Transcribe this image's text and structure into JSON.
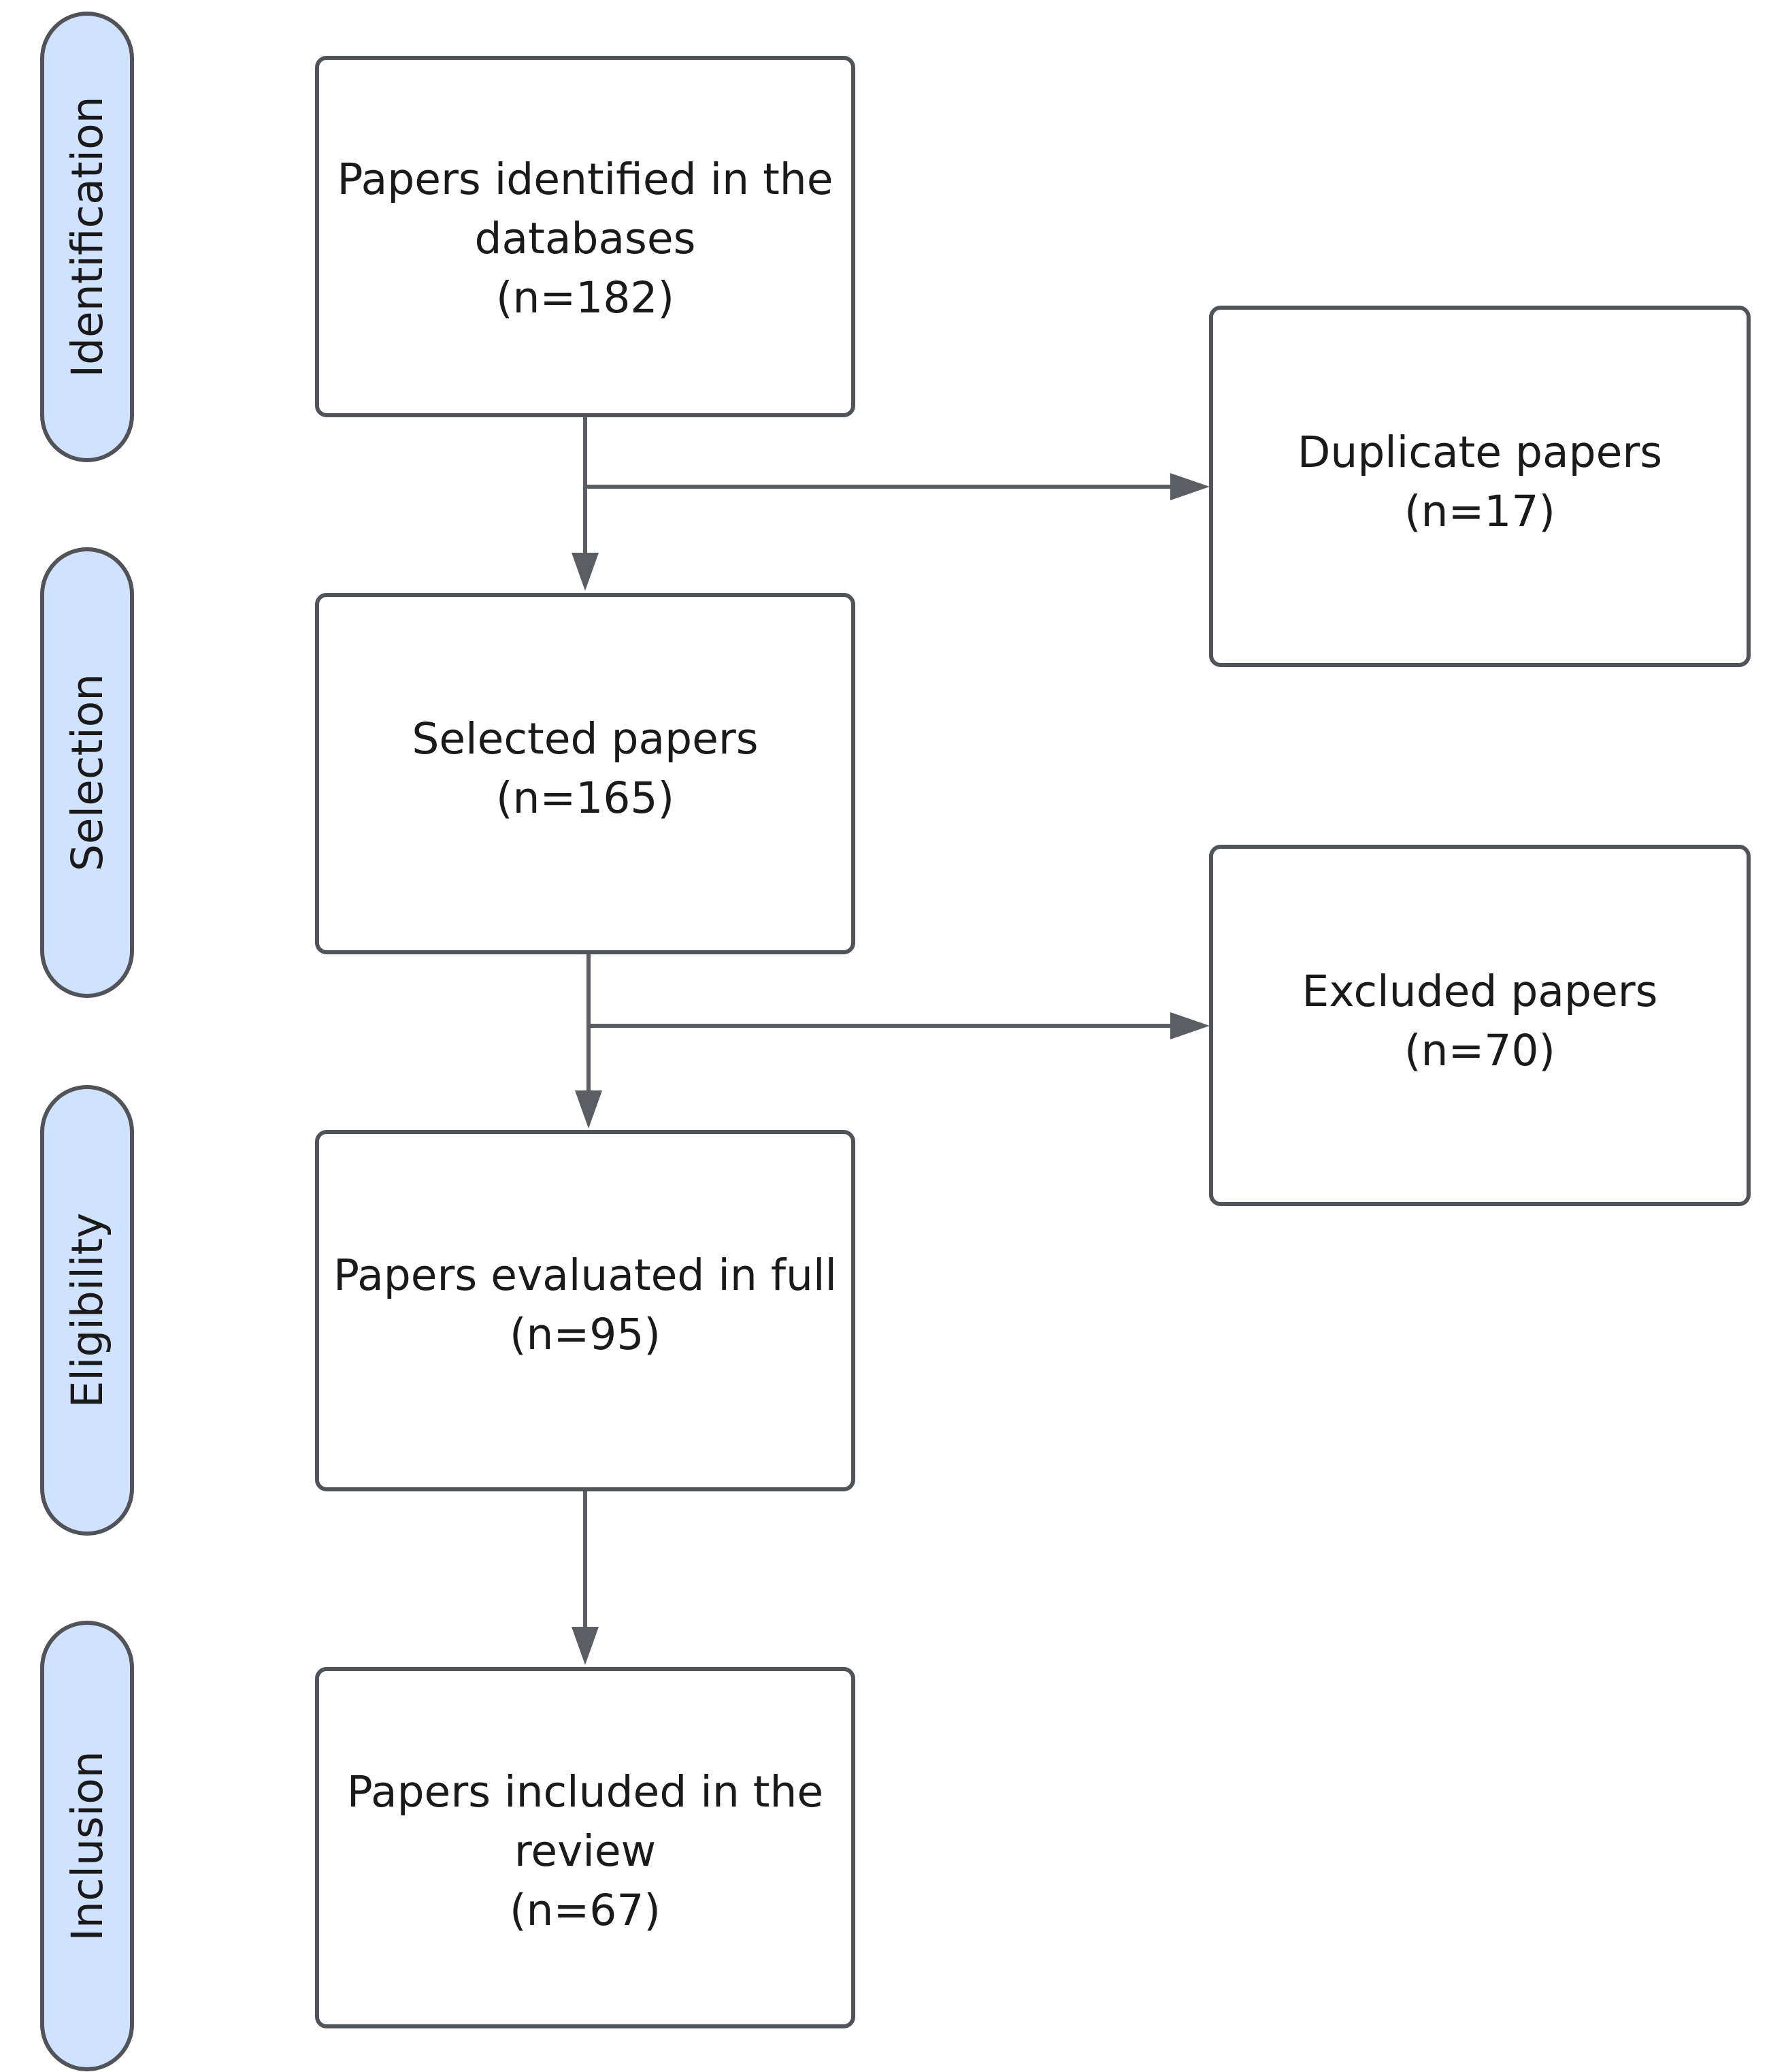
{
  "stages": [
    {
      "id": "identification",
      "label": "Identification"
    },
    {
      "id": "selection",
      "label": "Selection"
    },
    {
      "id": "eligibility",
      "label": "Eligibility"
    },
    {
      "id": "inclusion",
      "label": "Inclusion"
    }
  ],
  "boxes": {
    "identified": {
      "lines": [
        "Papers identified in the",
        "databases",
        "(n=182)"
      ]
    },
    "duplicates": {
      "lines": [
        "Duplicate papers",
        "(n=17)"
      ]
    },
    "selected": {
      "lines": [
        "Selected papers",
        "(n=165)"
      ]
    },
    "excluded": {
      "lines": [
        "Excluded papers",
        "(n=70)"
      ]
    },
    "evaluated": {
      "lines": [
        "Papers evaluated in full",
        "(n=95)"
      ]
    },
    "included": {
      "lines": [
        "Papers included in the",
        "review",
        "(n=67)"
      ]
    }
  },
  "colors": {
    "stage_fill": "#cfe2ff",
    "border": "#505459",
    "connector": "#5a5e63"
  }
}
